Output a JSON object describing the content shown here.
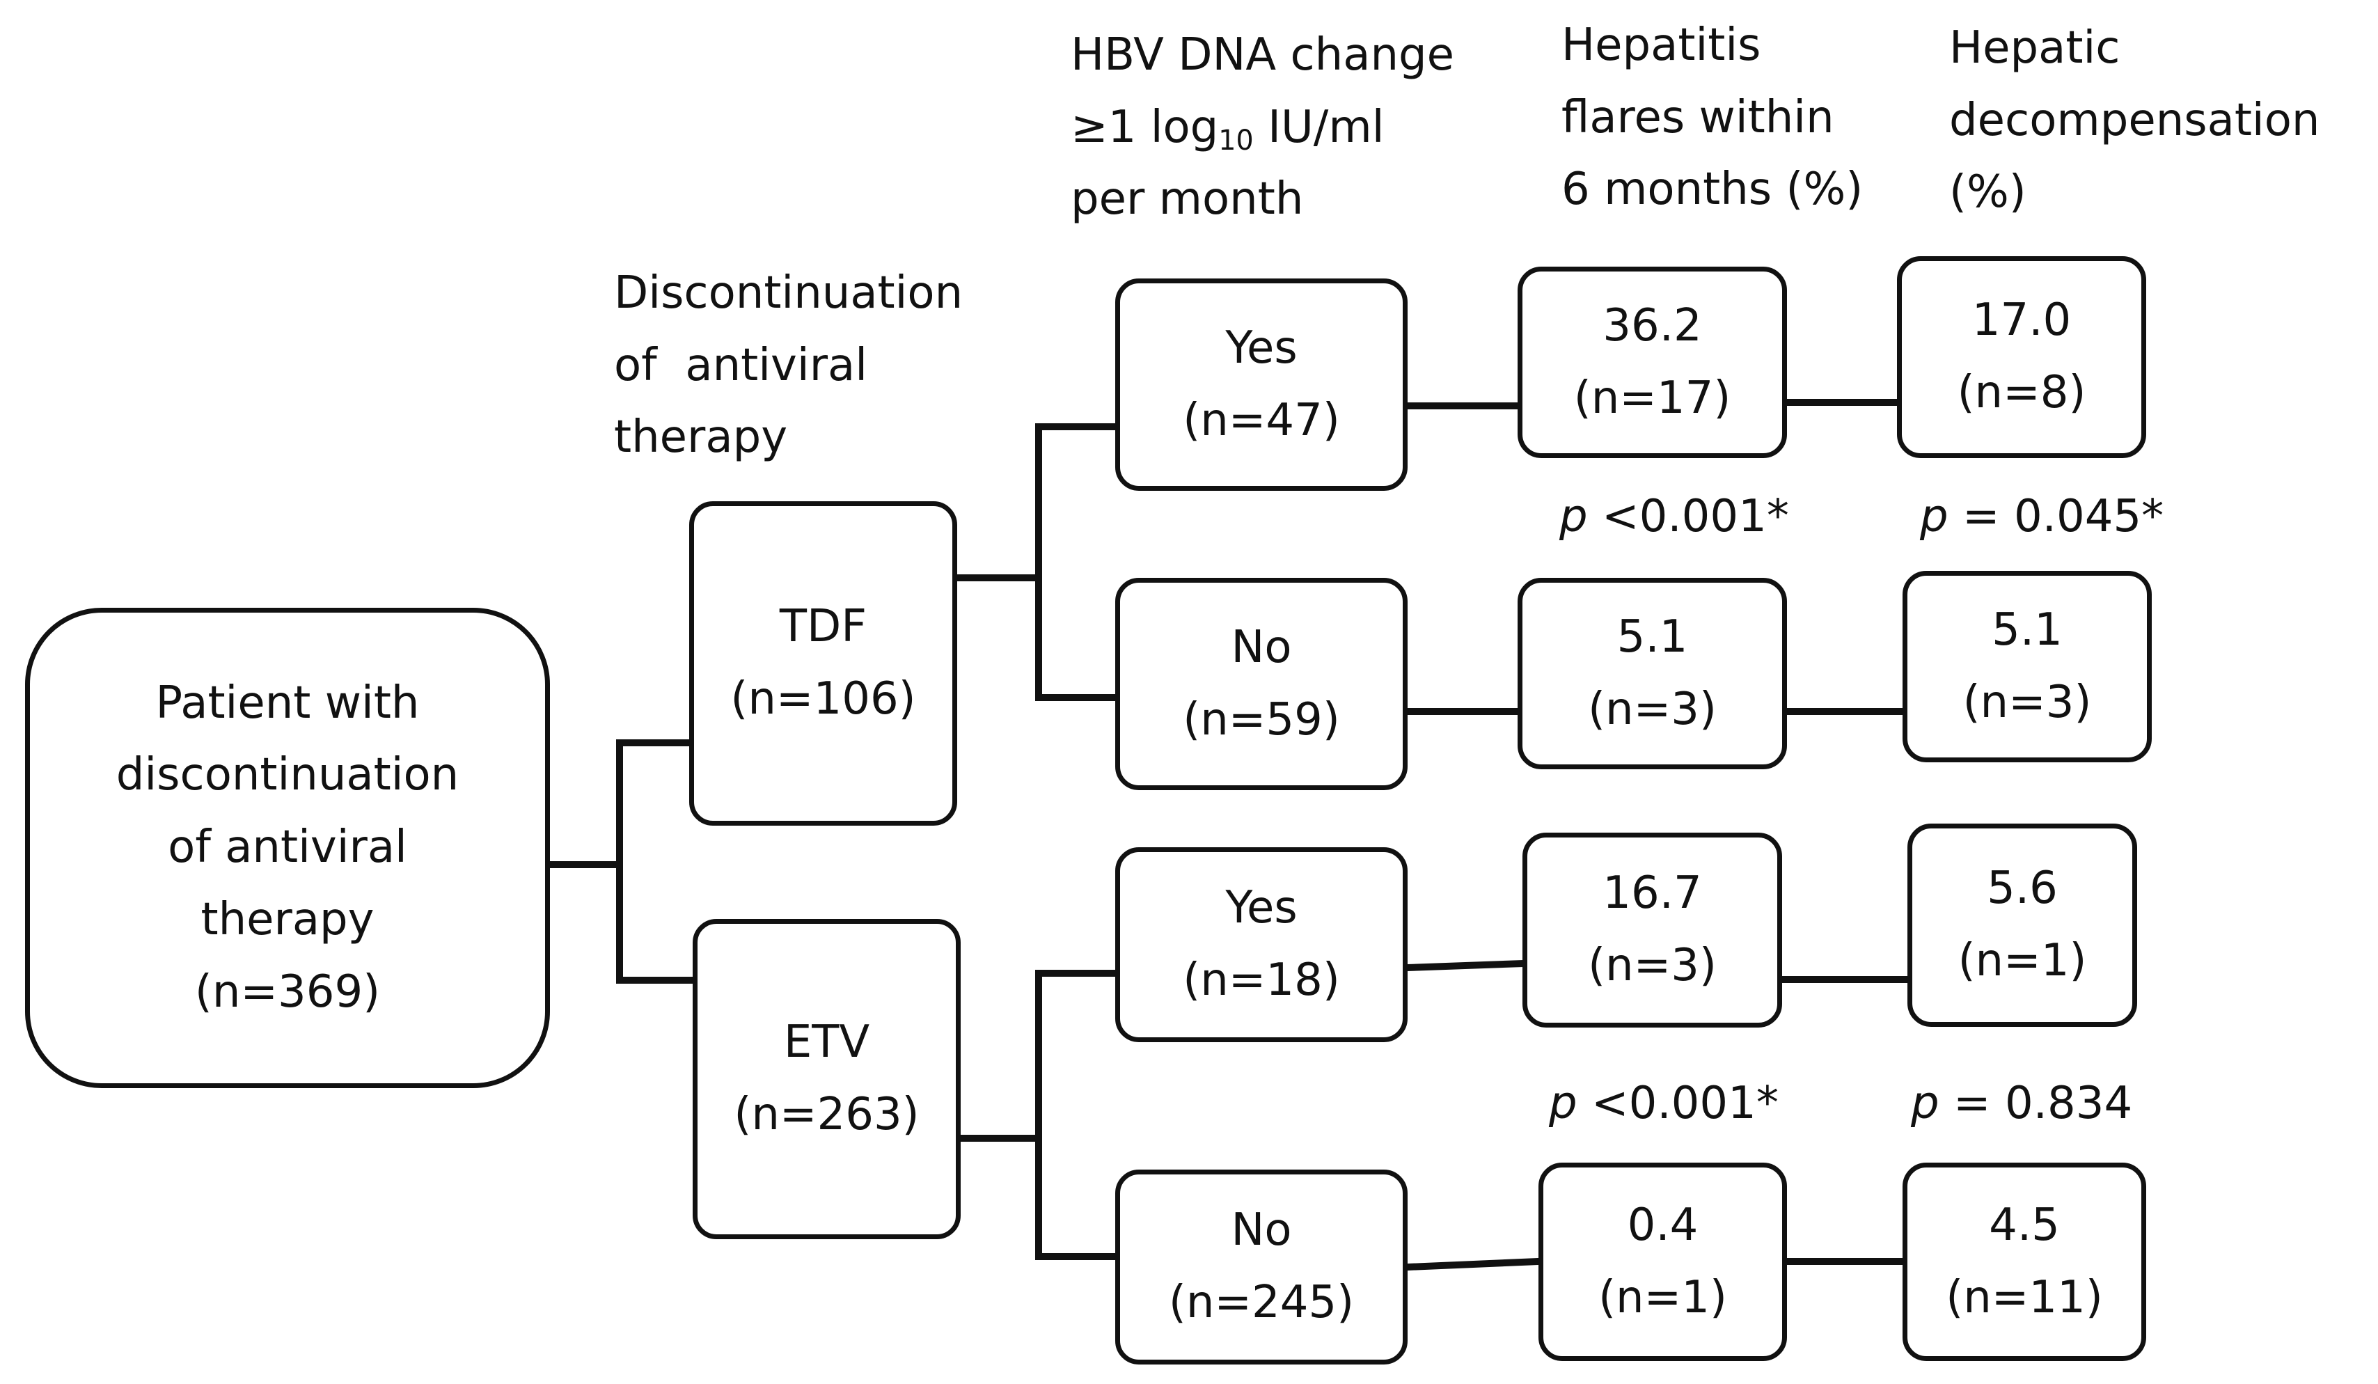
{
  "headers": {
    "discontinuation": [
      "Discontinuation",
      "of  antiviral",
      "therapy"
    ],
    "hbv_dna": {
      "line1": "HBV DNA change",
      "line2_prefix": "≥1 log",
      "line2_sub": "10",
      "line2_suffix": " IU/ml",
      "line3": "per month"
    },
    "flares": [
      "Hepatitis",
      "flares within",
      "6 months (%)"
    ],
    "decompensation": [
      "Hepatic",
      "decompensation",
      "(%)"
    ]
  },
  "root": {
    "lines": [
      "Patient with",
      "discontinuation",
      "of antiviral",
      "therapy",
      "(n=369)"
    ]
  },
  "drugs": [
    {
      "name": "TDF",
      "n": "(n=106)",
      "branches": [
        {
          "change": "Yes",
          "n": "(n=47)",
          "flare_pct": "36.2",
          "flare_n": "(n=17)",
          "decomp_pct": "17.0",
          "decomp_n": "(n=8)"
        },
        {
          "change": "No",
          "n": "(n=59)",
          "flare_pct": "5.1",
          "flare_n": "(n=3)",
          "decomp_pct": "5.1",
          "decomp_n": "(n=3)"
        }
      ],
      "p_flares": {
        "p": "p",
        "value": " <0.001*"
      },
      "p_decomp": {
        "p": "p",
        "value": " = 0.045*"
      }
    },
    {
      "name": "ETV",
      "n": "(n=263)",
      "branches": [
        {
          "change": "Yes",
          "n": "(n=18)",
          "flare_pct": "16.7",
          "flare_n": "(n=3)",
          "decomp_pct": "5.6",
          "decomp_n": "(n=1)"
        },
        {
          "change": "No",
          "n": "(n=245)",
          "flare_pct": "0.4",
          "flare_n": "(n=1)",
          "decomp_pct": "4.5",
          "decomp_n": "(n=11)"
        }
      ],
      "p_flares": {
        "p": "p",
        "value": " <0.001*"
      },
      "p_decomp": {
        "p": "p",
        "value": " = 0.834"
      }
    }
  ]
}
